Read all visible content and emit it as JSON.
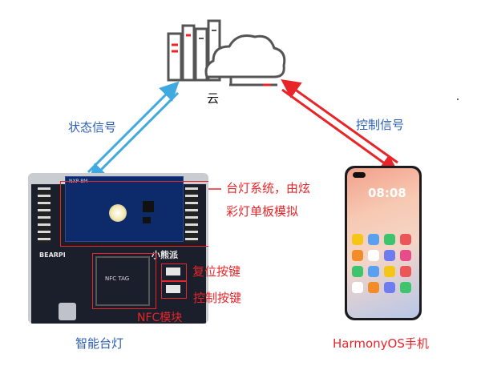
{
  "cloud": {
    "label": "云"
  },
  "links": {
    "status_signal": "状态信号",
    "control_signal": "控制信号"
  },
  "board": {
    "caption": "智能台灯",
    "annotation_lamp_line1": "台灯系统，由炫",
    "annotation_lamp_line2": "彩灯单板模拟",
    "annotation_reset": "复位按键",
    "annotation_control": "控制按键",
    "annotation_nfc": "NFC模块",
    "pcb_top_text": "NXP-8M",
    "pcb_brand_text": "BEARPI",
    "pcb_module_text": "小熊派",
    "pcb_nfc_text": "NFC TAG"
  },
  "phone": {
    "caption": "HarmonyOS手机",
    "time": "08:08"
  },
  "colors": {
    "blue_arrow": "#3fa9e0",
    "red_arrow": "#e8262a",
    "pcb": "#0d2a6b",
    "label_blue": "#2b5fb5"
  }
}
